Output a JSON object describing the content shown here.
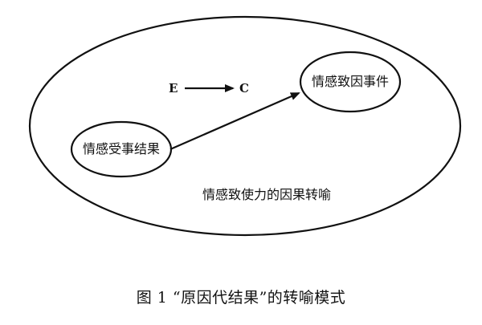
{
  "diagram": {
    "outer_label": "情感致使力的因果转喻",
    "source_node": "情感受事结果",
    "target_node": "情感致因事件",
    "mapping": {
      "from": "E",
      "to": "C"
    },
    "caption": "图 1 “原因代结果”的转喻模式"
  }
}
